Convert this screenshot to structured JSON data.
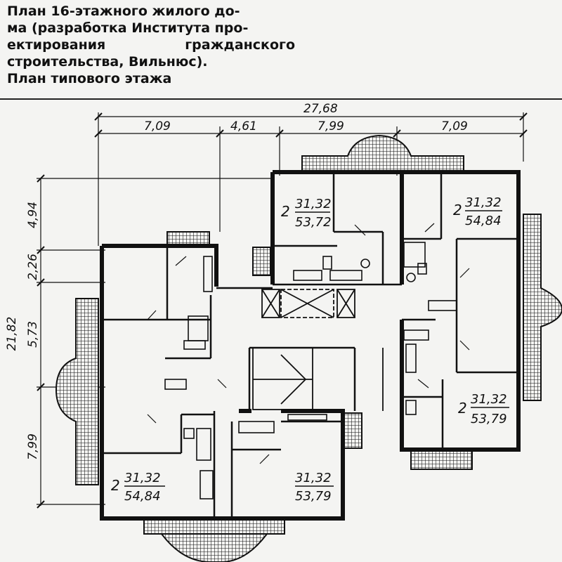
{
  "caption": {
    "line1": "План 16-этажного жилого до-",
    "line2": "ма (разработка Института про-",
    "line3a": "ектирования",
    "line3b": "гражданского",
    "line4": "строительства, Вильнюс).",
    "line5": "План типового этажа"
  },
  "dimensions": {
    "total_width": "27,68",
    "seg1": "7,09",
    "seg2": "4,61",
    "seg3": "7,99",
    "seg4": "7,09",
    "total_height": "21,82",
    "v1": "4,94",
    "v2": "2,26",
    "v3": "5,73",
    "v4": "7,99"
  },
  "apartments": [
    {
      "rooms": "2",
      "living": "31,32",
      "total": "53,72"
    },
    {
      "rooms": "2",
      "living": "31,32",
      "total": "54,84"
    },
    {
      "rooms": "2",
      "living": "31,32",
      "total": "53,79"
    },
    {
      "rooms": "2",
      "living": "31,32",
      "total": "54,84"
    },
    {
      "rooms": "",
      "living": "31,32",
      "total": "53,79"
    }
  ],
  "colors": {
    "ink": "#111111",
    "paper": "#f4f4f2"
  }
}
